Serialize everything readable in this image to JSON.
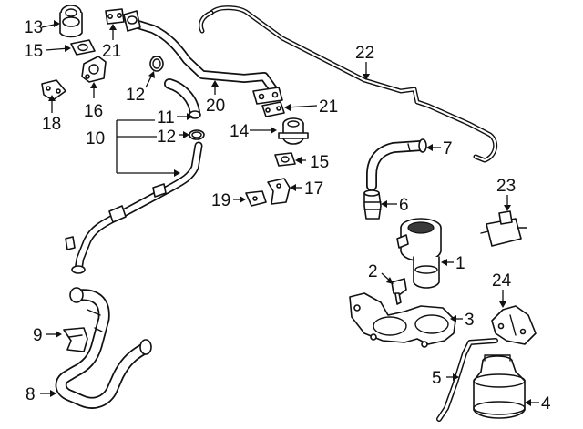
{
  "callouts": {
    "c1": "1",
    "c2": "2",
    "c3": "3",
    "c4": "4",
    "c5": "5",
    "c6": "6",
    "c7": "7",
    "c8": "8",
    "c9": "9",
    "c10": "10",
    "c11": "11",
    "c12a": "12",
    "c12b": "12",
    "c13": "13",
    "c14": "14",
    "c15a": "15",
    "c15b": "15",
    "c16": "16",
    "c17": "17",
    "c18": "18",
    "c19": "19",
    "c20": "20",
    "c21a": "21",
    "c21b": "21",
    "c22": "22",
    "c23": "23",
    "c24": "24"
  }
}
